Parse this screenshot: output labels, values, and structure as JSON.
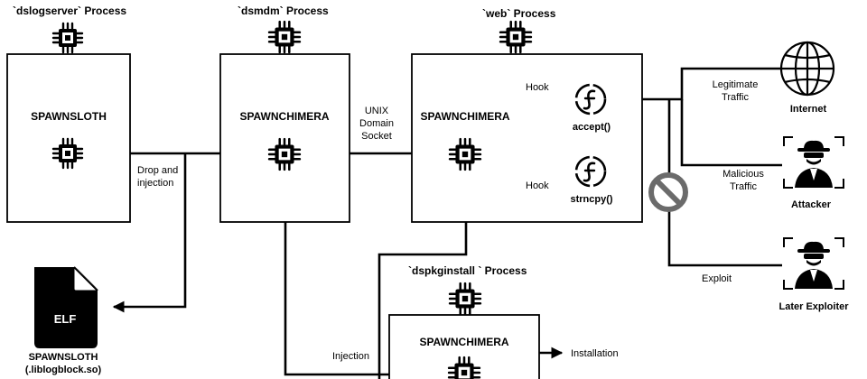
{
  "processes": {
    "dslogserver": {
      "title": "`dslogserver` Process",
      "component": "SPAWNSLOTH"
    },
    "dsmdm": {
      "title": "`dsmdm` Process",
      "component": "SPAWNCHIMERA"
    },
    "web": {
      "title": "`web` Process",
      "component": "SPAWNCHIMERA"
    },
    "dspkginstall": {
      "title": "`dspkginstall ` Process",
      "component": "SPAWNCHIMERA"
    }
  },
  "hooks": {
    "hook_label": "Hook",
    "accept": "accept()",
    "strncpy": "strncpy()"
  },
  "edge_labels": {
    "unix_line1": "UNIX",
    "unix_line2": "Domain",
    "unix_line3": "Socket",
    "drop_line1": "Drop and",
    "drop_line2": "injection",
    "injection": "Injection",
    "installation": "Installation",
    "legit_line1": "Legitimate",
    "legit_line2": "Traffic",
    "malicious_line1": "Malicious",
    "malicious_line2": "Traffic",
    "exploit": "Exploit"
  },
  "actors": {
    "internet": "Internet",
    "attacker": "Attacker",
    "later_exploiter": "Later Exploiter"
  },
  "file": {
    "type_label": "ELF",
    "name_line1": "SPAWNSLOTH",
    "name_line2": "(.liblogblock.so)"
  },
  "icons": [
    "cpu-chip-icon",
    "hook-function-icon",
    "globe-icon",
    "spy-icon",
    "blocked-icon",
    "file-icon"
  ]
}
